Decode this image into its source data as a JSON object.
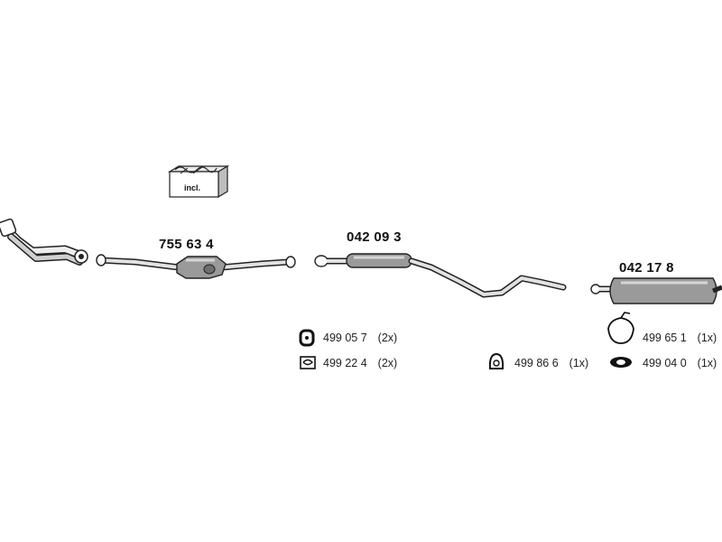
{
  "kit_badge": "incl.",
  "parts": {
    "front_pipe_cat": "755 63 4",
    "middle_silencer": "042 09 3",
    "rear_silencer": "042 17 8"
  },
  "accessories": [
    {
      "number": "499 05 7",
      "qty": "(2x)",
      "icon": "rubber-mount-icon"
    },
    {
      "number": "499 22 4",
      "qty": "(2x)",
      "icon": "clamp-bracket-icon"
    },
    {
      "number": "499 86 6",
      "qty": "(1x)",
      "icon": "hanger-ring-icon"
    },
    {
      "number": "499 65 1",
      "qty": "(1x)",
      "icon": "holder-strap-icon"
    },
    {
      "number": "499 04 0",
      "qty": "(1x)",
      "icon": "gasket-icon"
    }
  ],
  "colors": {
    "line": "#222222",
    "part_fill": "#9a9a9a",
    "highlight": "#d6d6d6"
  }
}
